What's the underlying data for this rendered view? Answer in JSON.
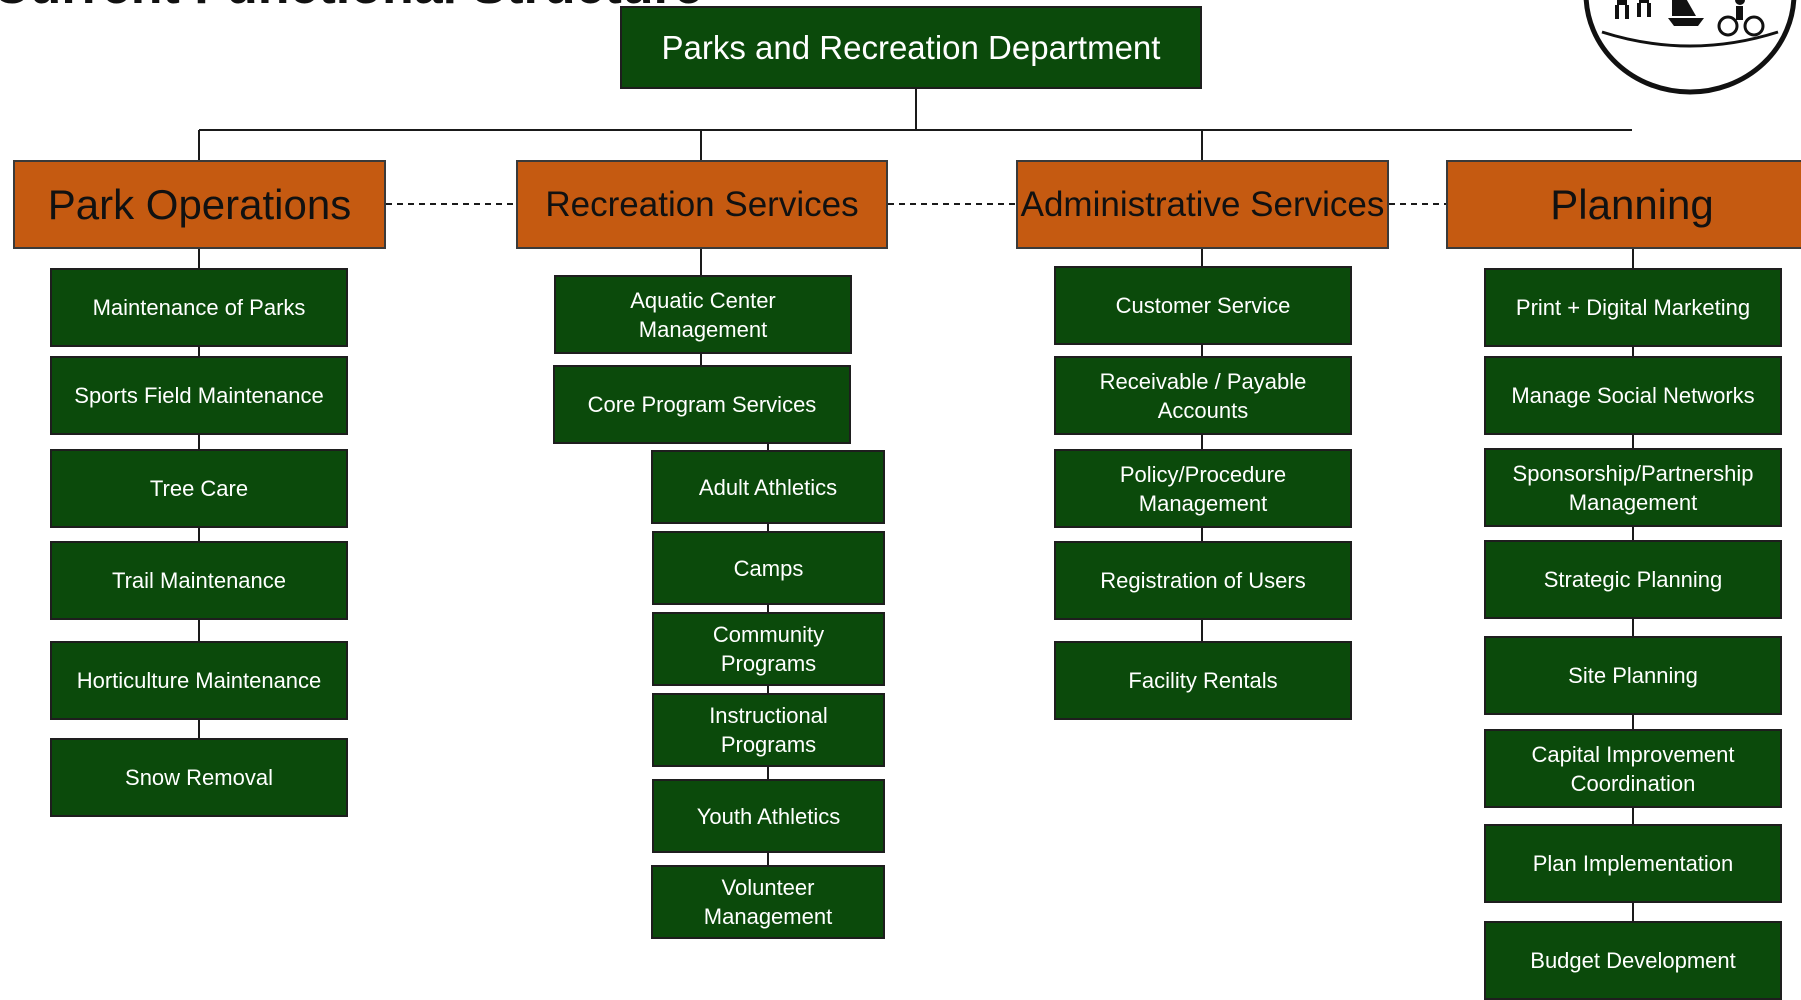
{
  "slide": {
    "title": "Current Functional Structure"
  },
  "colors": {
    "dark_green": "#0b4a0b",
    "orange": "#c55a11",
    "line": "#1a1a1a"
  },
  "org_chart": {
    "root": "Parks and Recreation Department",
    "departments": [
      {
        "name": "Park Operations",
        "units": [
          "Maintenance of Parks",
          "Sports Field Maintenance",
          "Tree Care",
          "Trail Maintenance",
          "Horticulture Maintenance",
          "Snow Removal"
        ]
      },
      {
        "name": "Recreation Services",
        "units": [
          "Aquatic Center Management",
          "Core Program Services"
        ],
        "sub_units_parent": "Core Program Services",
        "sub_units": [
          "Adult Athletics",
          "Camps",
          "Community Programs",
          "Instructional Programs",
          "Youth Athletics",
          "Volunteer Management"
        ]
      },
      {
        "name": "Administrative Services",
        "units": [
          "Customer Service",
          "Receivable / Payable Accounts",
          "Policy/Procedure Management",
          "Registration of Users",
          "Facility Rentals"
        ]
      },
      {
        "name": "Planning",
        "units": [
          "Print + Digital Marketing",
          "Manage Social Networks",
          "Sponsorship/Partnership Management",
          "Strategic Planning",
          "Site Planning",
          "Capital Improvement Coordination",
          "Plan Implementation",
          "Budget Development"
        ]
      }
    ]
  },
  "logo": {
    "icon": "parks-recreation-seal-icon"
  }
}
